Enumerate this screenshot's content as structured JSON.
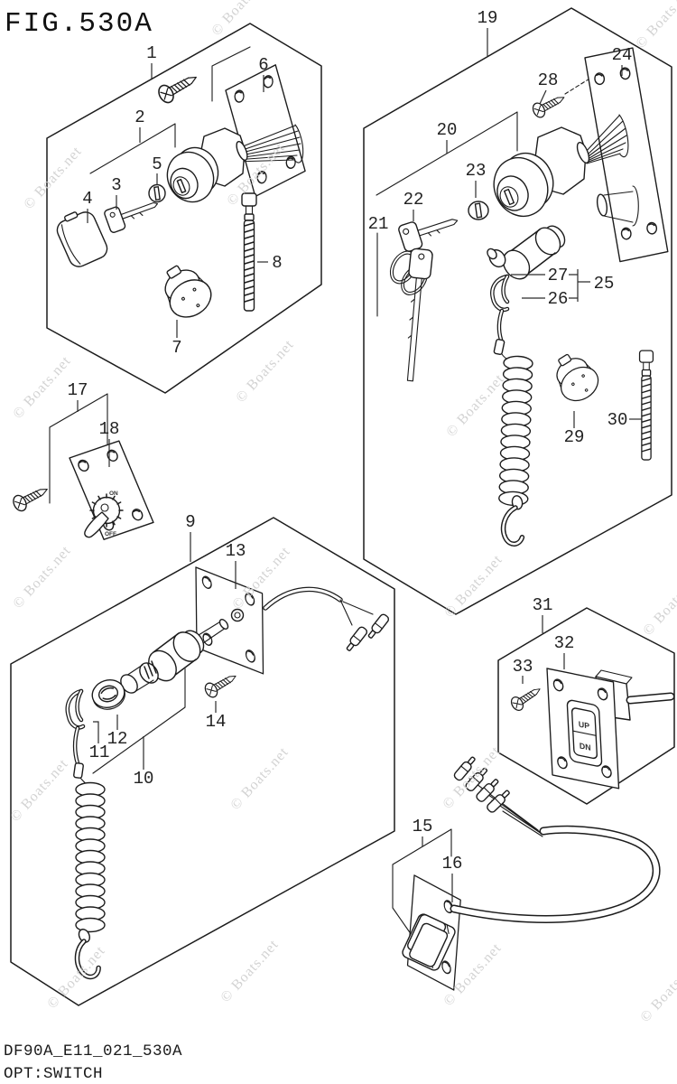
{
  "figure": {
    "title": "FIG.530A"
  },
  "footer": {
    "code": "DF90A_E11_021_530A",
    "caption": "OPT:SWITCH"
  },
  "watermark": {
    "text": "© Boats.net",
    "color": "#d0d0d0"
  },
  "colors": {
    "line": "#1c1c1c",
    "background": "#ffffff",
    "label": "#222222"
  },
  "switch_text": {
    "rotary_on": "ON",
    "rotary_off": "OFF",
    "rocker_up": "UP",
    "rocker_down": "DN"
  },
  "parts": [
    {
      "num": "1"
    },
    {
      "num": "2"
    },
    {
      "num": "3"
    },
    {
      "num": "4"
    },
    {
      "num": "5"
    },
    {
      "num": "6"
    },
    {
      "num": "7"
    },
    {
      "num": "8"
    },
    {
      "num": "9"
    },
    {
      "num": "10"
    },
    {
      "num": "11"
    },
    {
      "num": "12"
    },
    {
      "num": "13"
    },
    {
      "num": "14"
    },
    {
      "num": "15"
    },
    {
      "num": "16"
    },
    {
      "num": "17"
    },
    {
      "num": "18"
    },
    {
      "num": "19"
    },
    {
      "num": "20"
    },
    {
      "num": "21"
    },
    {
      "num": "22"
    },
    {
      "num": "23"
    },
    {
      "num": "24"
    },
    {
      "num": "25"
    },
    {
      "num": "26"
    },
    {
      "num": "27"
    },
    {
      "num": "28"
    },
    {
      "num": "29"
    },
    {
      "num": "30"
    },
    {
      "num": "31"
    },
    {
      "num": "32"
    },
    {
      "num": "33"
    }
  ]
}
